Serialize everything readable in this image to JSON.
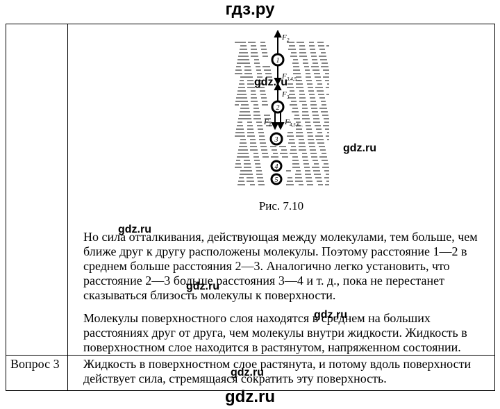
{
  "header": {
    "site": "гдз.ру"
  },
  "footer": {
    "site": "gdz.ru"
  },
  "watermark": "gdz.ru",
  "figure": {
    "caption": "Рис. 7.10",
    "molecules": [
      "1",
      "2",
      "3",
      "4",
      "5"
    ],
    "force_labels": [
      "F",
      "2",
      "F",
      "3,4,5...",
      "F",
      "3",
      "F",
      "1",
      "F",
      "4,5,6..."
    ]
  },
  "row1": {
    "paragraph1": "Но сила отталкивания, действующая между молекулами, тем больше, чем ближе друг к другу расположены молекулы. Поэтому расстояние 1—2 в среднем больше расстояния 2—3. Аналогично легко установить, что расстояние 2—3 больше расстояния 3—4 и т. д., пока не перестанет сказываться близость молекулы к поверхности.",
    "paragraph2": "Молекулы поверхностного слоя находятся в среднем на больших расстояниях друг от друга, чем молекулы внутри жидкости. Жидкость в поверхностном слое находится в растянутом, напряженном состоянии."
  },
  "row2": {
    "label": "Вопрос 3",
    "text": "Жидкость в поверхностном слое растянута, и потому вдоль поверхности действует сила, стремящаяся сократить эту поверхность."
  }
}
